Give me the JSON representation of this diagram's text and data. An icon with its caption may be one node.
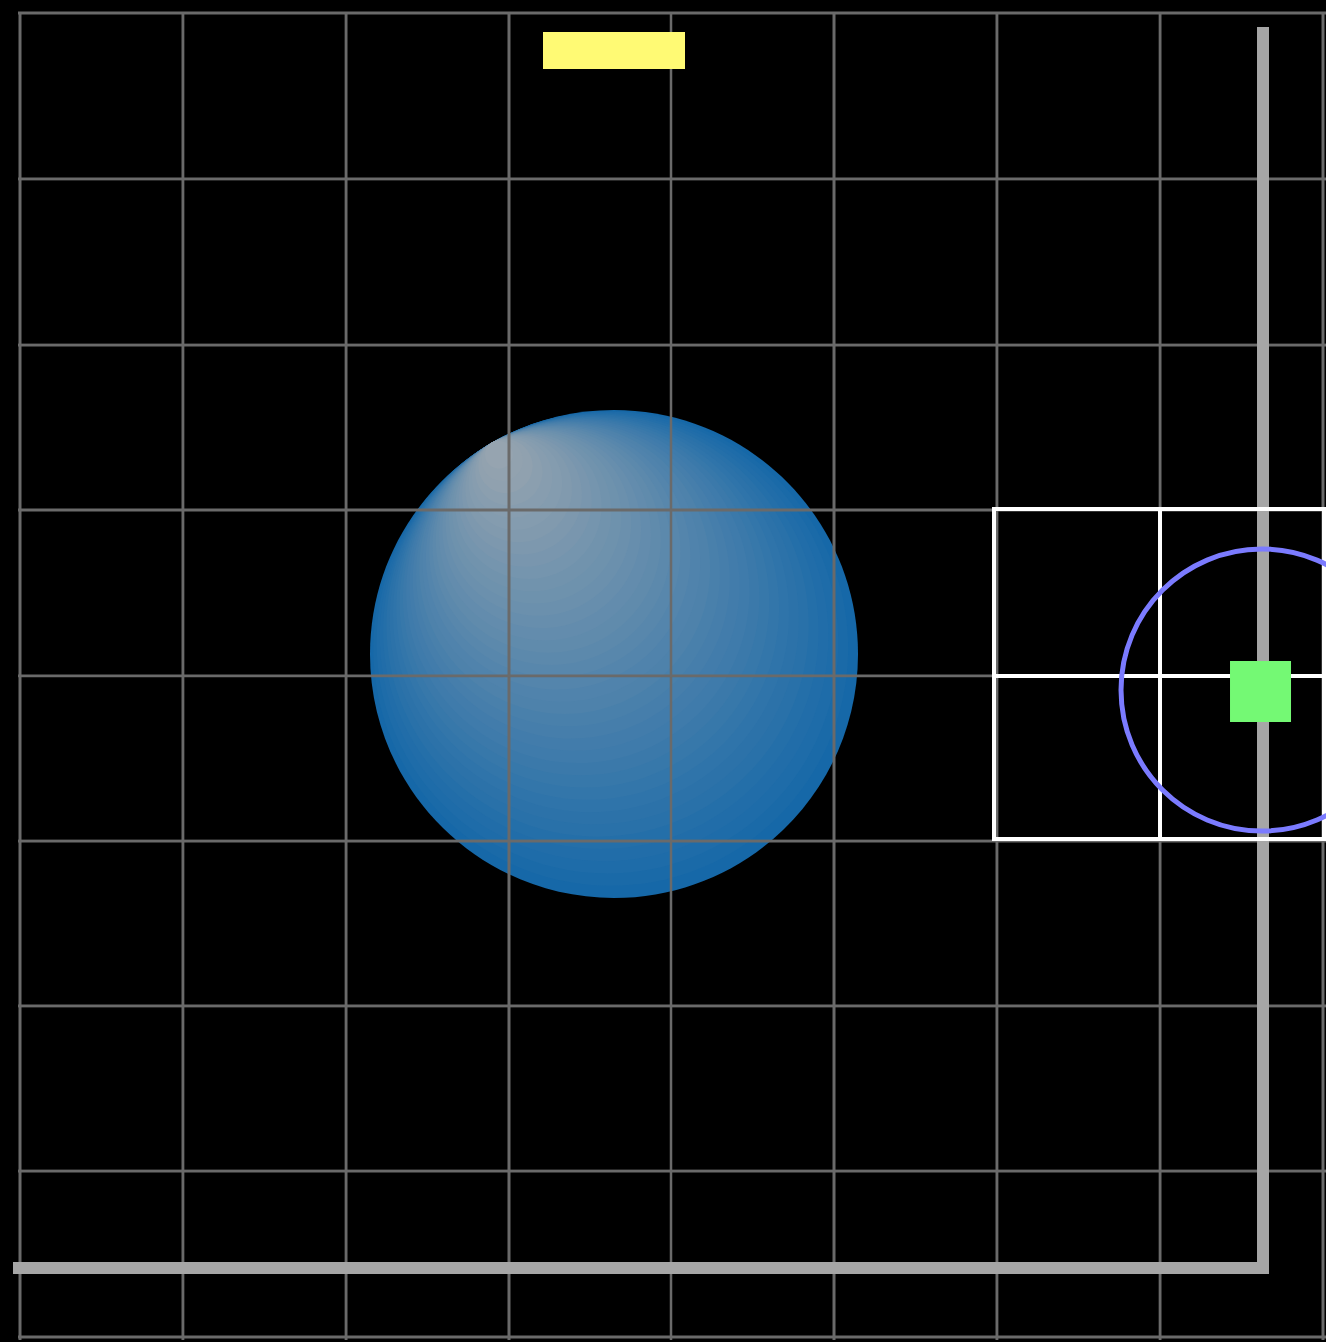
{
  "diagram": {
    "nodes": [
      {
        "text": [],
        "shape": "bar"
      },
      {
        "text": [],
        "shape": "circle"
      },
      {
        "text": [],
        "shape": "circle"
      },
      {
        "text": [],
        "shape": "box",
        "in": 2
      }
    ]
  }
}
